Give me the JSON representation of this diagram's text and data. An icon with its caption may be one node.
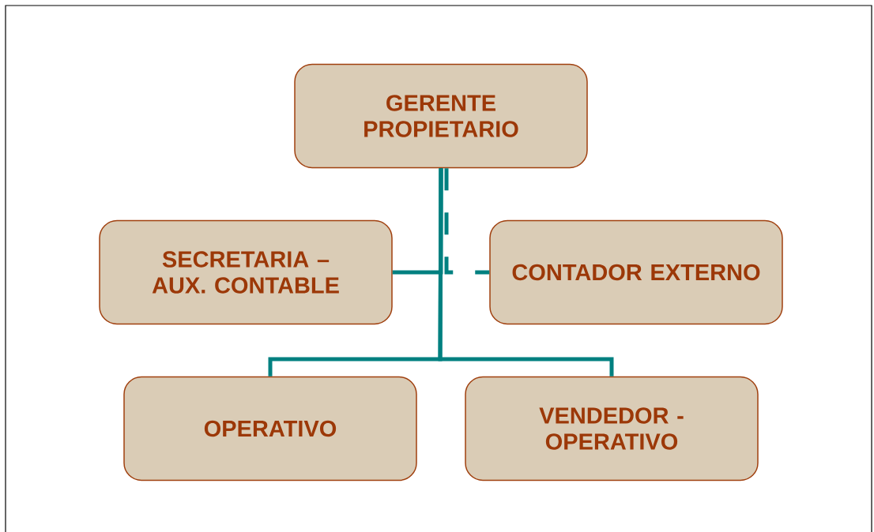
{
  "diagram": {
    "nodes": [
      {
        "text": [
          "GERENTE PROPIETARIO"
        ]
      },
      {
        "text": [
          "SECRETARIA – AUX. CONTABLE"
        ]
      },
      {
        "text": [
          "CONTADOR EXTERNO"
        ]
      },
      {
        "text": [
          "OPERATIVO"
        ]
      },
      {
        "text": [
          "VENDEDOR - OPERATIVO"
        ]
      }
    ],
    "edges": [
      {
        "from": 0,
        "to": 1,
        "arrow": "none"
      },
      {
        "from": 0,
        "to": 2,
        "arrow": "none",
        "style": "dashed"
      },
      {
        "from": 0,
        "to": 3,
        "arrow": "none"
      },
      {
        "from": 0,
        "to": 4,
        "arrow": "none"
      }
    ]
  }
}
